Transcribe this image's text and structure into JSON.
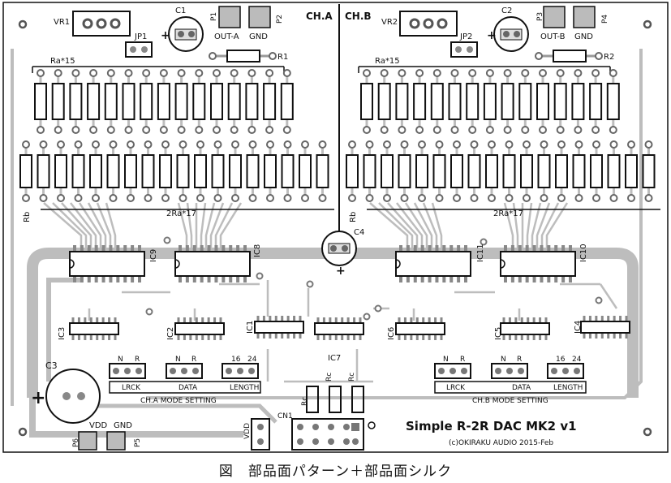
{
  "caption": "図　部品面パターン＋部品面シルク",
  "colors": {
    "board": "#ffffff",
    "trace": "#b9b9b9",
    "trace_dark": "#8f8f8f",
    "silk": "#111111",
    "pad": "#666666"
  },
  "board": {
    "title": "Simple R-2R DAC MK2 v1",
    "subtitle": "(c)OKIRAKU AUDIO 2015-Feb"
  },
  "labels": {
    "cha": "CH.A",
    "chb": "CH.B",
    "vr1": "VR1",
    "vr2": "VR2",
    "c1": "C1",
    "c2": "C2",
    "c3": "C3",
    "c4": "C4",
    "jp1": "JP1",
    "jp2": "JP2",
    "p1": "P1",
    "p2": "P2",
    "p3": "P3",
    "p4": "P4",
    "p5": "P5",
    "p6": "P6",
    "outa": "OUT-A",
    "outb": "OUT-B",
    "gnd_a": "GND",
    "gnd_b": "GND",
    "r1": "R1",
    "r2": "R2",
    "ra_a": "Ra*15",
    "ra_b": "Ra*15",
    "r2a_a": "2Ra*17",
    "r2a_b": "2Ra*17",
    "rb_a": "Rb",
    "rb_b": "Rb",
    "ic9": "IC9",
    "ic8": "IC8",
    "ic11": "IC11",
    "ic10": "IC10",
    "ic3": "IC3",
    "ic2": "IC2",
    "ic1": "IC1",
    "ic7": "IC7",
    "ic6": "IC6",
    "ic5": "IC5",
    "ic4": "IC4",
    "n1": "N",
    "r_1": "R",
    "n2": "N",
    "r_2": "R",
    "l16a": "16",
    "l24a": "24",
    "n3": "N",
    "r_3": "R",
    "n4": "N",
    "r_4": "R",
    "l16b": "16",
    "l24b": "24",
    "lrck_a": "LRCK",
    "data_a": "DATA",
    "length_a": "LENGTH",
    "lrck_b": "LRCK",
    "data_b": "DATA",
    "length_b": "LENGTH",
    "mode_a": "CH.A MODE SETTING",
    "mode_b": "CH.B MODE SETTING",
    "cn1": "CN1",
    "rc1": "Rc",
    "rc2": "Rc",
    "rc3": "Rc",
    "vdd": "VDD",
    "vdd_p": "VDD",
    "gnd_p": "GND",
    "plus_c1": "+",
    "plus_c2": "+",
    "plus_c3": "+",
    "plus_c4": "+"
  }
}
